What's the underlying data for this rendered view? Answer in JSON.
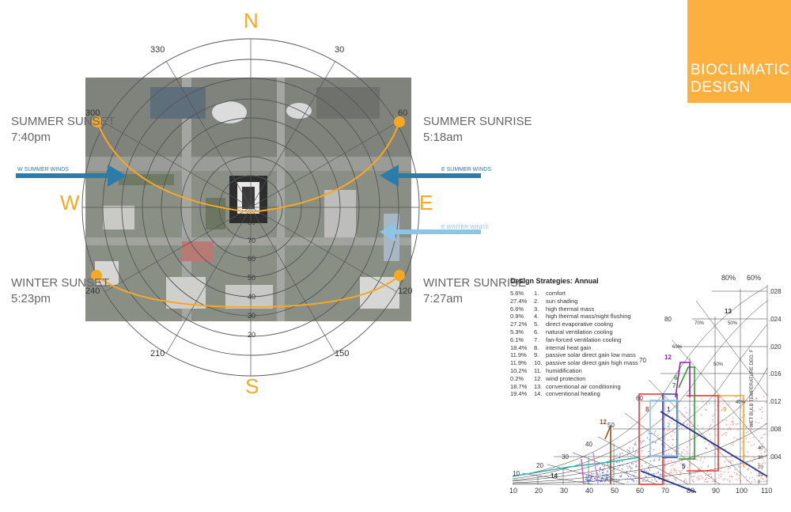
{
  "title": {
    "line1": "BIOCLIMATIC",
    "line2": "DESIGN"
  },
  "compass": {
    "north": "N",
    "south": "S",
    "east": "E",
    "west": "W"
  },
  "azimuths": {
    "a330": "330",
    "a30": "30",
    "a300": "300",
    "a60": "60",
    "a240": "240",
    "a120": "120",
    "a210": "210",
    "a150": "150"
  },
  "altitudes": [
    "80",
    "70",
    "60",
    "50",
    "40",
    "30",
    "20"
  ],
  "sun": {
    "summer_sunset": {
      "label": "SUMMER SUNSET",
      "time": "7:40pm"
    },
    "summer_sunrise": {
      "label": "SUMMER SUNRISE",
      "time": "5:18am"
    },
    "winter_sunset": {
      "label": "WINTER SUNSET",
      "time": "5:23pm"
    },
    "winter_sunrise": {
      "label": "WINTER SUNRISE",
      "time": "7:27am"
    }
  },
  "winds": {
    "w_summer": "W SUMMER WINDS",
    "e_summer": "E SUMMER WINDS",
    "e_winter": "E WINTER WINDS"
  },
  "colors": {
    "accent": "#f7a823",
    "title_bg": "#fbb040",
    "wind_dark": "#2b7ca8",
    "wind_light": "#8ec5e6",
    "ring": "#555555"
  },
  "strategies": {
    "heading": "Design Strategies: Annual",
    "items": [
      {
        "pct": "5.6%",
        "num": "1.",
        "name": "comfort"
      },
      {
        "pct": "27.4%",
        "num": "2.",
        "name": "sun shading"
      },
      {
        "pct": "6.6%",
        "num": "3.",
        "name": "high thermal mass"
      },
      {
        "pct": "0.9%",
        "num": "4.",
        "name": "high thermal mass/night flushing"
      },
      {
        "pct": "27.2%",
        "num": "5.",
        "name": "direct evaporative cooling"
      },
      {
        "pct": "5.3%",
        "num": "6.",
        "name": "natural ventilation cooling"
      },
      {
        "pct": "6.1%",
        "num": "7.",
        "name": "fan-forced ventilation cooling"
      },
      {
        "pct": "18.4%",
        "num": "8.",
        "name": "internal heat gain"
      },
      {
        "pct": "11.9%",
        "num": "9.",
        "name": "passive solar direct gain low mass"
      },
      {
        "pct": "11.9%",
        "num": "10.",
        "name": "passive solar direct gain high mass"
      },
      {
        "pct": "10.2%",
        "num": "11.",
        "name": "humidification"
      },
      {
        "pct": "0.2%",
        "num": "12.",
        "name": "wind protection"
      },
      {
        "pct": "18.7%",
        "num": "13.",
        "name": "conventional air conditioning"
      },
      {
        "pct": "19.4%",
        "num": "14.",
        "name": "conventional heating"
      }
    ]
  },
  "psychro": {
    "x_ticks": [
      "10",
      "20",
      "30",
      "40",
      "50",
      "60",
      "70",
      "80",
      "90",
      "100",
      "110"
    ],
    "y_ticks": [
      ".028",
      ".024",
      ".020",
      ".016",
      ".012",
      ".008",
      ".004"
    ],
    "rh_top": [
      "80%",
      "60%"
    ],
    "rh_inner": [
      "70%",
      "50%",
      "60%",
      "50%",
      "40%"
    ],
    "wb_labels": [
      "80",
      "70",
      "60",
      "50",
      "40",
      "30",
      "20",
      "10"
    ],
    "right_small": [
      "40",
      "30",
      "20",
      "10",
      "0"
    ],
    "axis_side": "WET BULB TEMPERATURE DEG. F",
    "zone_nums": [
      "13",
      "12",
      "6",
      "7",
      "8",
      "1",
      "2",
      "9",
      "5",
      "14",
      "12"
    ]
  }
}
